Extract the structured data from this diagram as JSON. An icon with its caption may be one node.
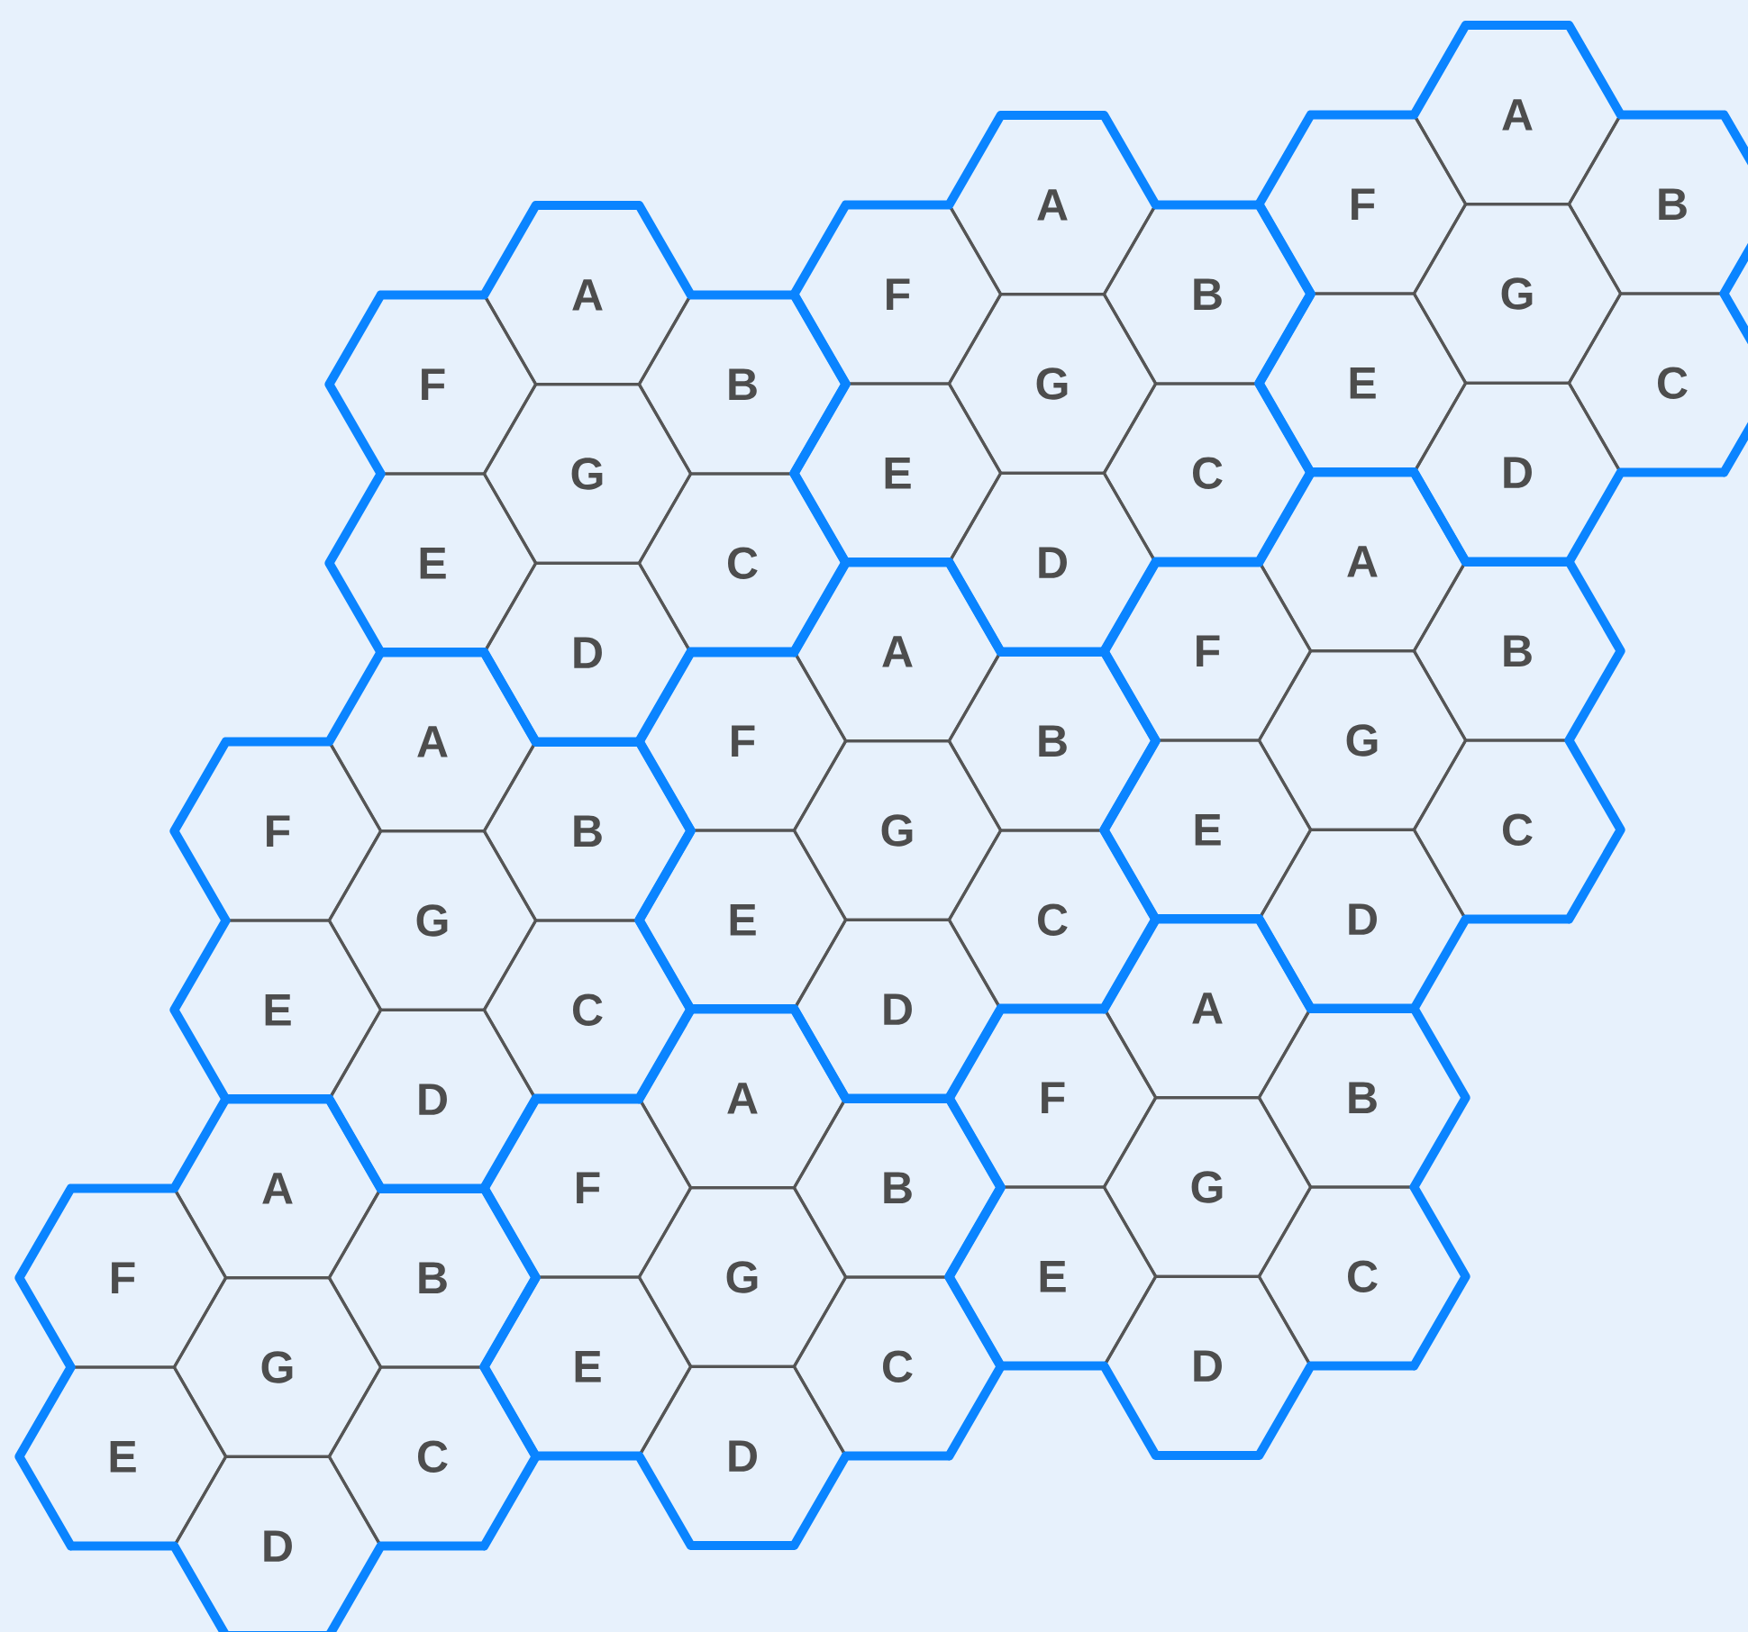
{
  "diagram": {
    "nodes": [
      {
        "text": [
          "A"
        ]
      },
      {
        "text": [
          "F"
        ]
      },
      {
        "text": [
          "B"
        ]
      },
      {
        "text": [
          "G"
        ]
      },
      {
        "text": [
          "E"
        ]
      },
      {
        "text": [
          "C"
        ]
      },
      {
        "text": [
          "D"
        ]
      },
      {
        "text": [
          "A"
        ]
      },
      {
        "text": [
          "F"
        ]
      },
      {
        "text": [
          "B"
        ]
      },
      {
        "text": [
          "G"
        ]
      },
      {
        "text": [
          "E"
        ]
      },
      {
        "text": [
          "C"
        ]
      },
      {
        "text": [
          "D"
        ]
      },
      {
        "text": [
          "A"
        ]
      },
      {
        "text": [
          "F"
        ]
      },
      {
        "text": [
          "B"
        ]
      },
      {
        "text": [
          "G"
        ]
      },
      {
        "text": [
          "E"
        ]
      },
      {
        "text": [
          "C"
        ]
      },
      {
        "text": [
          "D"
        ]
      },
      {
        "text": [
          "A"
        ]
      },
      {
        "text": [
          "F"
        ]
      },
      {
        "text": [
          "B"
        ]
      },
      {
        "text": [
          "G"
        ]
      },
      {
        "text": [
          "E"
        ]
      },
      {
        "text": [
          "C"
        ]
      },
      {
        "text": [
          "D"
        ]
      },
      {
        "text": [
          "A"
        ]
      },
      {
        "text": [
          "F"
        ]
      },
      {
        "text": [
          "B"
        ]
      },
      {
        "text": [
          "G"
        ]
      },
      {
        "text": [
          "E"
        ]
      },
      {
        "text": [
          "C"
        ]
      },
      {
        "text": [
          "D"
        ]
      },
      {
        "text": [
          "A"
        ]
      },
      {
        "text": [
          "F"
        ]
      },
      {
        "text": [
          "B"
        ]
      },
      {
        "text": [
          "G"
        ]
      },
      {
        "text": [
          "E"
        ]
      },
      {
        "text": [
          "C"
        ]
      },
      {
        "text": [
          "D"
        ]
      },
      {
        "text": [
          "A"
        ]
      },
      {
        "text": [
          "F"
        ]
      },
      {
        "text": [
          "B"
        ]
      },
      {
        "text": [
          "G"
        ]
      },
      {
        "text": [
          "E"
        ]
      },
      {
        "text": [
          "C"
        ]
      },
      {
        "text": [
          "D"
        ]
      },
      {
        "text": [
          "A"
        ]
      },
      {
        "text": [
          "F"
        ]
      },
      {
        "text": [
          "B"
        ]
      },
      {
        "text": [
          "G"
        ]
      },
      {
        "text": [
          "E"
        ]
      },
      {
        "text": [
          "C"
        ]
      },
      {
        "text": [
          "D"
        ]
      },
      {
        "text": [
          "A"
        ]
      },
      {
        "text": [
          "F"
        ]
      },
      {
        "text": [
          "B"
        ]
      },
      {
        "text": [
          "G"
        ]
      },
      {
        "text": [
          "E"
        ]
      },
      {
        "text": [
          "C"
        ]
      },
      {
        "text": [
          "D"
        ]
      }
    ]
  }
}
